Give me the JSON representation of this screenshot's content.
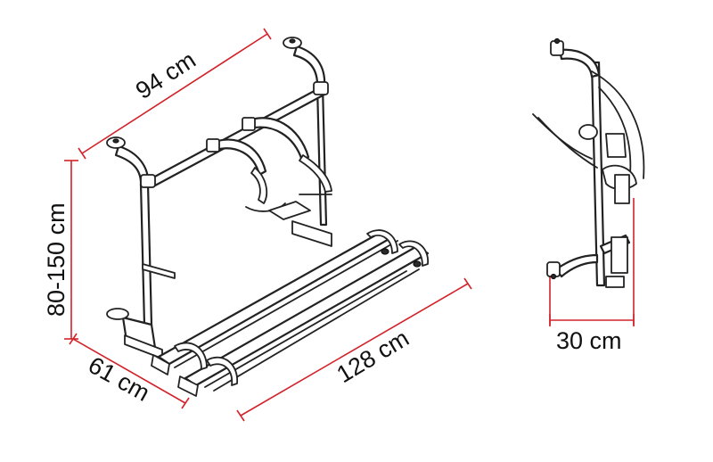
{
  "dimensions": {
    "width_top": "94 cm",
    "height": "80-150 cm",
    "depth_base": "61 cm",
    "rail_length": "128 cm",
    "side_depth": "30 cm"
  },
  "colors": {
    "dimension_line": "#d2232a",
    "drawing_stroke": "#222222",
    "background": "#ffffff"
  }
}
